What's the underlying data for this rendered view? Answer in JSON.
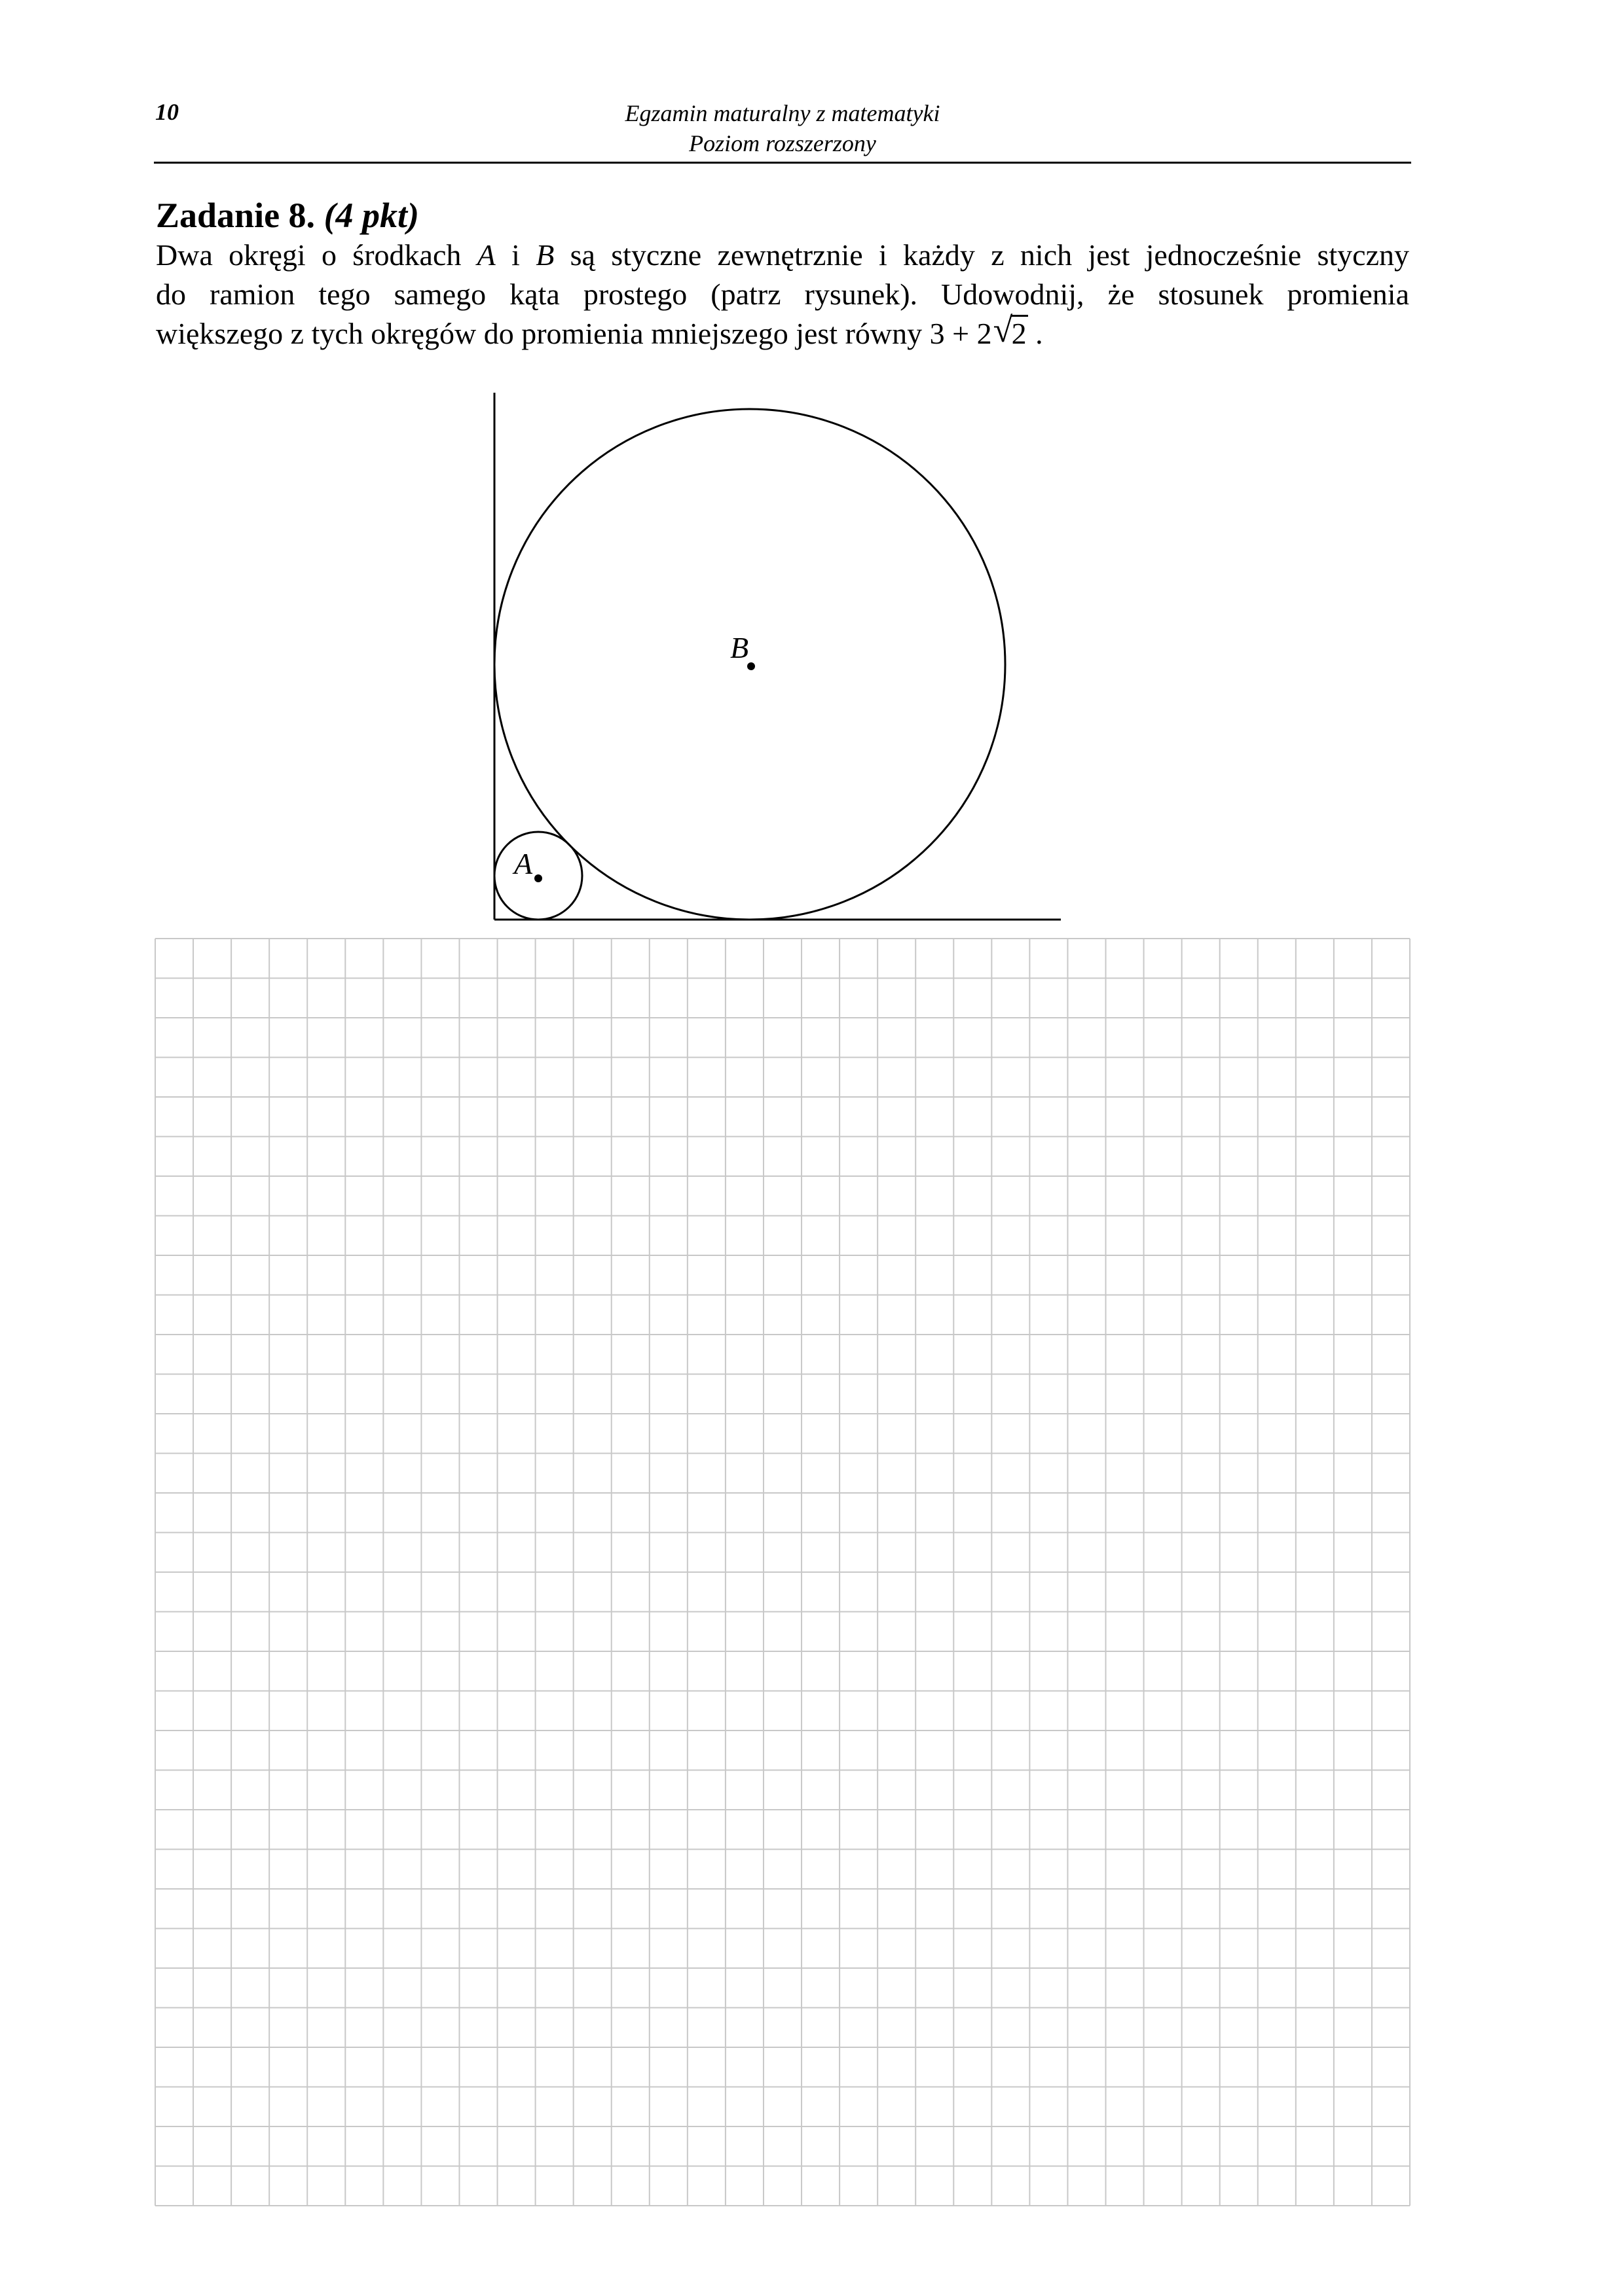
{
  "header": {
    "page_number": "10",
    "line1": "Egzamin maturalny z matematyki",
    "line2": "Poziom rozszerzony"
  },
  "task": {
    "title_main": "Zadanie 8.",
    "title_points": "(4 pkt)",
    "line1_a": "Dwa okręgi o środkach ",
    "var_a": "A",
    "line1_b": " i ",
    "var_b": "B",
    "line1_c": " są styczne zewnętrznie i każdy z nich jest jednocześnie styczny",
    "line2": "do ramion tego samego kąta prostego (patrz rysunek). Udowodnij, że stosunek promienia",
    "line3": "większego z tych okręgów do promienia mniejszego jest równy ",
    "formula_prefix": "3 + 2",
    "radicand": "2",
    "line3_end": " ."
  },
  "figure": {
    "label_a": "A",
    "label_b": "B"
  },
  "grid": {
    "columns": 33,
    "rows": 32
  }
}
